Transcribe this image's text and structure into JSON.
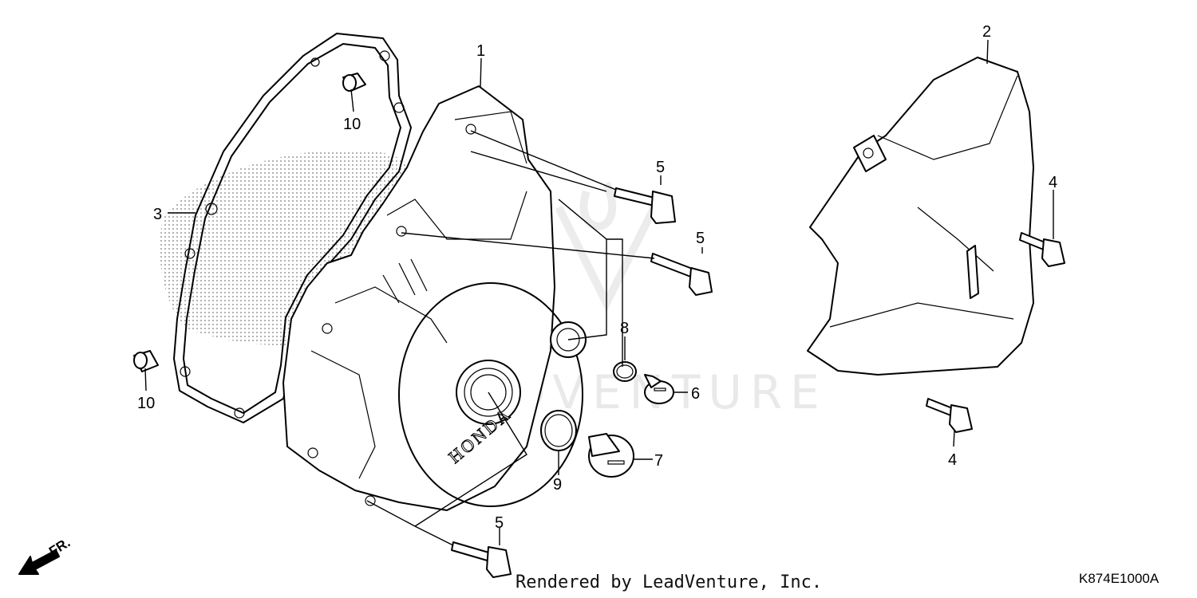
{
  "watermark": {
    "text": "LEADVENTURE"
  },
  "callouts": {
    "c1": "1",
    "c2": "2",
    "c3": "3",
    "c4a": "4",
    "c4b": "4",
    "c5a": "5",
    "c5b": "5",
    "c5c": "5",
    "c6": "6",
    "c7": "7",
    "c8": "8",
    "c9": "9",
    "c10a": "10",
    "c10b": "10"
  },
  "cover_brand": "HONDA",
  "footer": {
    "credit": "Rendered by LeadVenture, Inc.",
    "diagram_code": "K874E1000A"
  },
  "direction": {
    "label": "FR."
  }
}
